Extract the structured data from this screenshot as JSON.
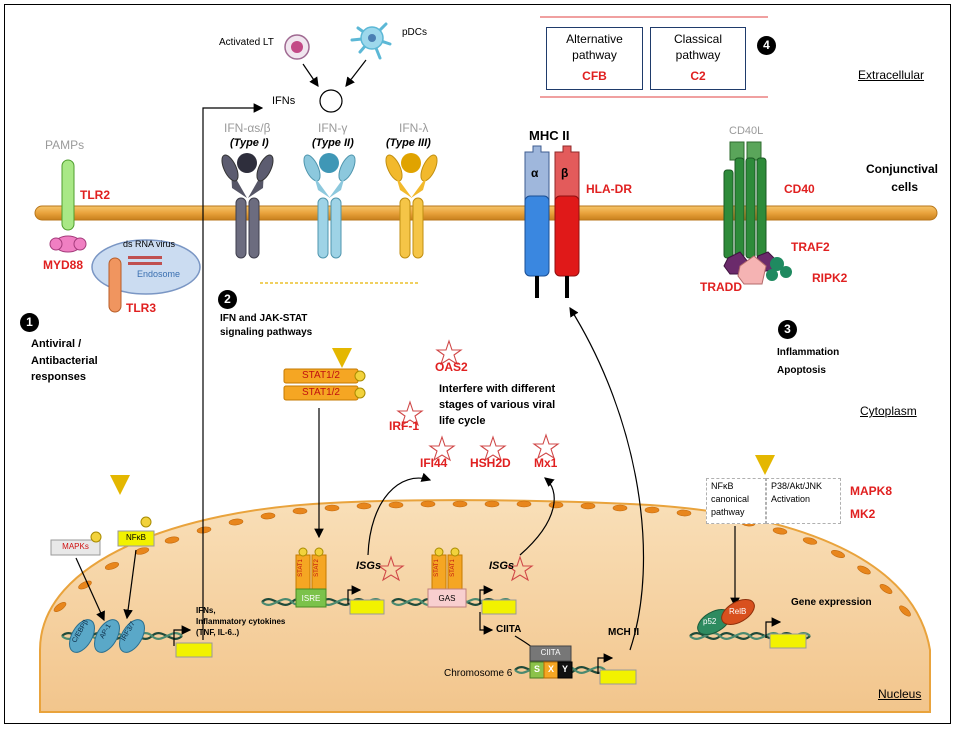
{
  "regions": {
    "extracellular": "Extracellular",
    "cell_line1": "Conjunctival",
    "cell_line2": "cells",
    "cytoplasm": "Cytoplasm",
    "nucleus": "Nucleus"
  },
  "steps": [
    "1",
    "2",
    "3",
    "4"
  ],
  "complement": {
    "alt_line1": "Alternative",
    "alt_line2": "pathway",
    "alt_gene": "CFB",
    "cls_line1": "Classical",
    "cls_line2": "pathway",
    "cls_gene": "C2"
  },
  "sources": {
    "activated_lt": "Activated LT",
    "pdcs": "pDCs",
    "ifns": "IFNs"
  },
  "receptors": {
    "type1_name": "IFN-αs/β",
    "type1_sub": "(Type I)",
    "type2_name": "IFN-γ",
    "type2_sub": "(Type II)",
    "type3_name": "IFN-λ",
    "type3_sub": "(Type III)"
  },
  "tlr": {
    "pamps": "PAMPs",
    "tlr2": "TLR2",
    "myd88": "MYD88",
    "dsrna": "ds RNA virus",
    "endosome": "Endosome",
    "tlr3": "TLR3"
  },
  "mhc": {
    "title": "MHC II",
    "alpha": "α",
    "beta": "β",
    "hladr": "HLA-DR"
  },
  "cd40": {
    "cd40l": "CD40L",
    "cd40": "CD40",
    "traf2": "TRAF2",
    "ripk2": "RIPK2",
    "tradd": "TRADD"
  },
  "pathway1": {
    "line1": "Antiviral /",
    "line2": "Antibacterial",
    "line3": "responses"
  },
  "pathway2": {
    "line1": "IFN and JAK-STAT",
    "line2": "signaling pathways",
    "stat_a": "STAT1/2",
    "stat_b": "STAT1/2"
  },
  "pathway3": {
    "line1": "Inflammation",
    "line2": "Apoptosis",
    "nfkb_line1": "NFκB",
    "nfkb_line2": "canonical",
    "nfkb_line3": "pathway",
    "p38_line1": "P38/Akt/JNK",
    "p38_line2": "Activation",
    "mapk8": "MAPK8",
    "mk2": "MK2"
  },
  "isgs": {
    "oas2": "OAS2",
    "irf1": "IRF-1",
    "ifi44": "IFI44",
    "hsh2d": "HSH2D",
    "mx1": "Mx1",
    "interfere_line1": "Interfere with different",
    "interfere_line2": "stages of various viral",
    "interfere_line3": "life cycle"
  },
  "nucleus": {
    "mapks": "MAPKs",
    "nfkb": "NFκB",
    "cebpb": "C/EBPβ",
    "ap1": "AP-1",
    "irf37": "IRF3/7",
    "out_line1": "IFNs,",
    "out_line2": "Inflammatory cytokines",
    "out_line3": "(TNF, IL-6..)",
    "stat1_a": "STAT1",
    "stat2": "STAT2",
    "isre": "ISRE",
    "isgs_a": "ISGs",
    "stat1_b": "STAT1",
    "stat1_c": "STAT1",
    "gas": "GAS",
    "isgs_b": "ISGs",
    "ciita": "CIITA",
    "ciita_box": "CIITA",
    "chromosome": "Chromosome 6",
    "s": "S",
    "x": "X",
    "y": "Y",
    "mch2": "MCH II",
    "p52": "p52",
    "relb": "RelB",
    "gene_expression": "Gene expression"
  }
}
